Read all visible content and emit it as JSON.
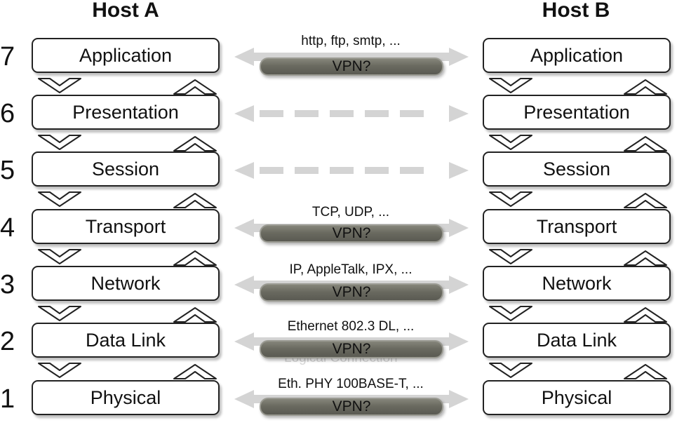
{
  "hosts": {
    "a": "Host A",
    "b": "Host B"
  },
  "layers": [
    {
      "num": "7",
      "name": "Application"
    },
    {
      "num": "6",
      "name": "Presentation"
    },
    {
      "num": "5",
      "name": "Session"
    },
    {
      "num": "4",
      "name": "Transport"
    },
    {
      "num": "3",
      "name": "Network"
    },
    {
      "num": "2",
      "name": "Data Link"
    },
    {
      "num": "1",
      "name": "Physical"
    }
  ],
  "protocols": {
    "application": "http, ftp, smtp, ...",
    "transport": "TCP, UDP, ...",
    "network": "IP, AppleTalk, IPX, ...",
    "datalink": "Ethernet 802.3 DL, ...",
    "physical": "Eth. PHY 100BASE-T, ..."
  },
  "vpn_label": "VPN?",
  "ghost": {
    "logical": "Logical Connection"
  },
  "colors": {
    "pipe": "#6e6e64",
    "arrow": "#d0d0d0",
    "border": "#222222"
  }
}
